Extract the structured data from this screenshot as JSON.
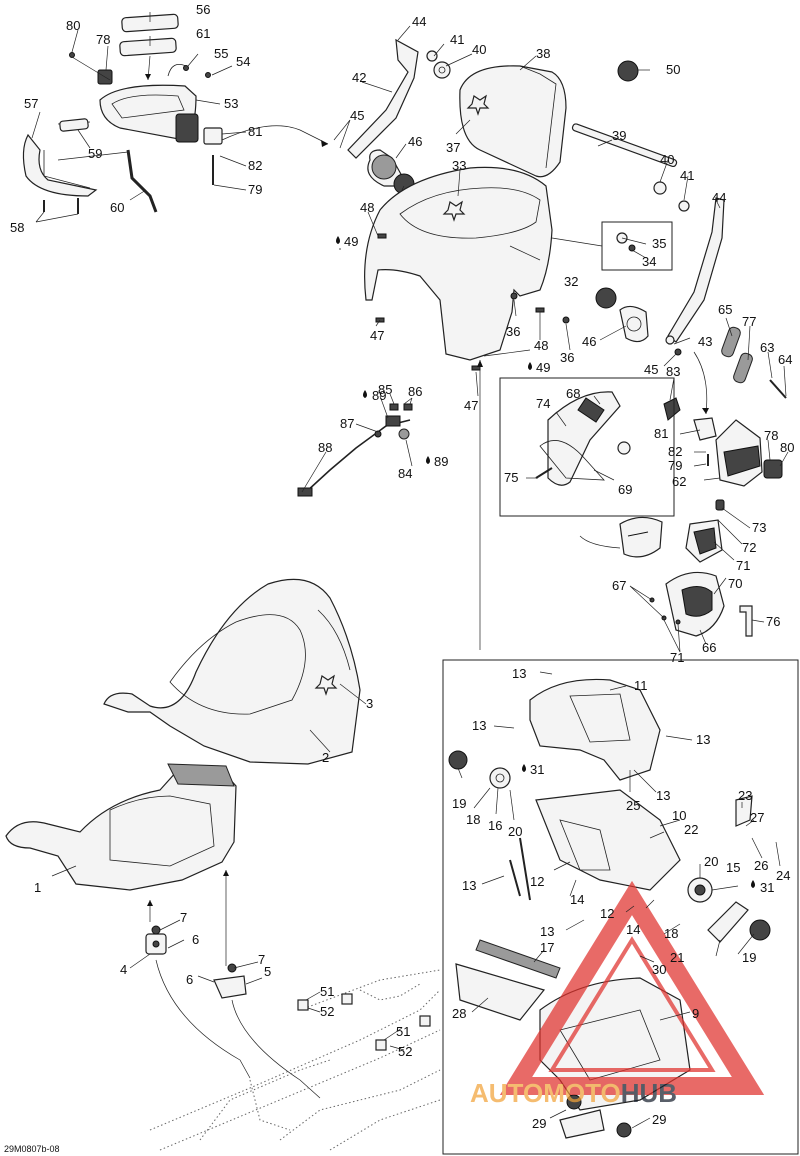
{
  "figure_ref": "29M0807b-08",
  "watermark": {
    "brand_left": "AUTOMOTO",
    "brand_right": "HUB",
    "accent_color": "#e0322d",
    "mid_color": "#f2a33a",
    "dark_color": "#1a2230"
  },
  "labels": {
    "l1": "1",
    "l2": "2",
    "l3": "3",
    "l4": "4",
    "l5": "5",
    "l6a": "6",
    "l6b": "6",
    "l7a": "7",
    "l7b": "7",
    "l9": "9",
    "l10": "10",
    "l11": "11",
    "l12a": "12",
    "l12b": "12",
    "l13a": "13",
    "l13b": "13",
    "l13c": "13",
    "l13d": "13",
    "l13e": "13",
    "l13f": "13",
    "l14a": "14",
    "l14b": "14",
    "l15": "15",
    "l16": "16",
    "l17": "17",
    "l18a": "18",
    "l18b": "18",
    "l19a": "19",
    "l19b": "19",
    "l20a": "20",
    "l20b": "20",
    "l21": "21",
    "l22": "22",
    "l23": "23",
    "l24": "24",
    "l25": "25",
    "l26": "26",
    "l27": "27",
    "l28": "28",
    "l29a": "29",
    "l29b": "29",
    "l30": "30",
    "l31a": "31",
    "l31b": "31",
    "l32": "32",
    "l33": "33",
    "l34": "34",
    "l35": "35",
    "l36a": "36",
    "l36b": "36",
    "l37": "37",
    "l38": "38",
    "l39": "39",
    "l40a": "40",
    "l40b": "40",
    "l41a": "41",
    "l41b": "41",
    "l42": "42",
    "l43": "43",
    "l44a": "44",
    "l44b": "44",
    "l45a": "45",
    "l45b": "45",
    "l46a": "46",
    "l46b": "46",
    "l47a": "47",
    "l47b": "47",
    "l48a": "48",
    "l48b": "48",
    "l49a": "49",
    "l49b": "49",
    "l50": "50",
    "l51a": "51",
    "l51b": "51",
    "l52a": "52",
    "l52b": "52",
    "l53": "53",
    "l54": "54",
    "l55": "55",
    "l56": "56",
    "l57": "57",
    "l58": "58",
    "l59": "59",
    "l60": "60",
    "l61": "61",
    "l62": "62",
    "l63": "63",
    "l64": "64",
    "l65": "65",
    "l66": "66",
    "l67": "67",
    "l68": "68",
    "l69": "69",
    "l70": "70",
    "l71a": "71",
    "l71b": "71",
    "l72": "72",
    "l73": "73",
    "l74": "74",
    "l75": "75",
    "l76": "76",
    "l77": "77",
    "l78a": "78",
    "l78b": "78",
    "l79a": "79",
    "l79b": "79",
    "l80a": "80",
    "l80b": "80",
    "l81a": "81",
    "l81b": "81",
    "l82a": "82",
    "l82b": "82",
    "l83": "83",
    "l84": "84",
    "l85": "85",
    "l86": "86",
    "l87": "87",
    "l88": "88",
    "l89a": "89",
    "l89b": "89"
  }
}
